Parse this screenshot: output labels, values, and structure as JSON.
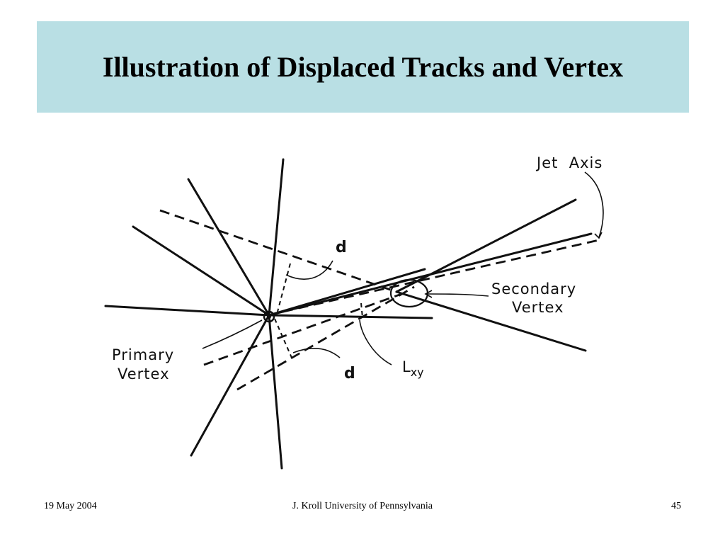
{
  "slide": {
    "title": "Illustration of Displaced Tracks and Vertex"
  },
  "diagram": {
    "labels": {
      "jet_axis": "Jet  Axis",
      "d_upper": "d",
      "secondary_line1": "Secondary",
      "secondary_line2": "Vertex",
      "primary_line1": "Primary",
      "primary_line2": "Vertex",
      "lxy": "L",
      "lxy_sub": "xy",
      "d_lower": "d"
    }
  },
  "footer": {
    "date": "19 May 2004",
    "author": "J. Kroll University of Pennsylvania",
    "page": "45"
  }
}
